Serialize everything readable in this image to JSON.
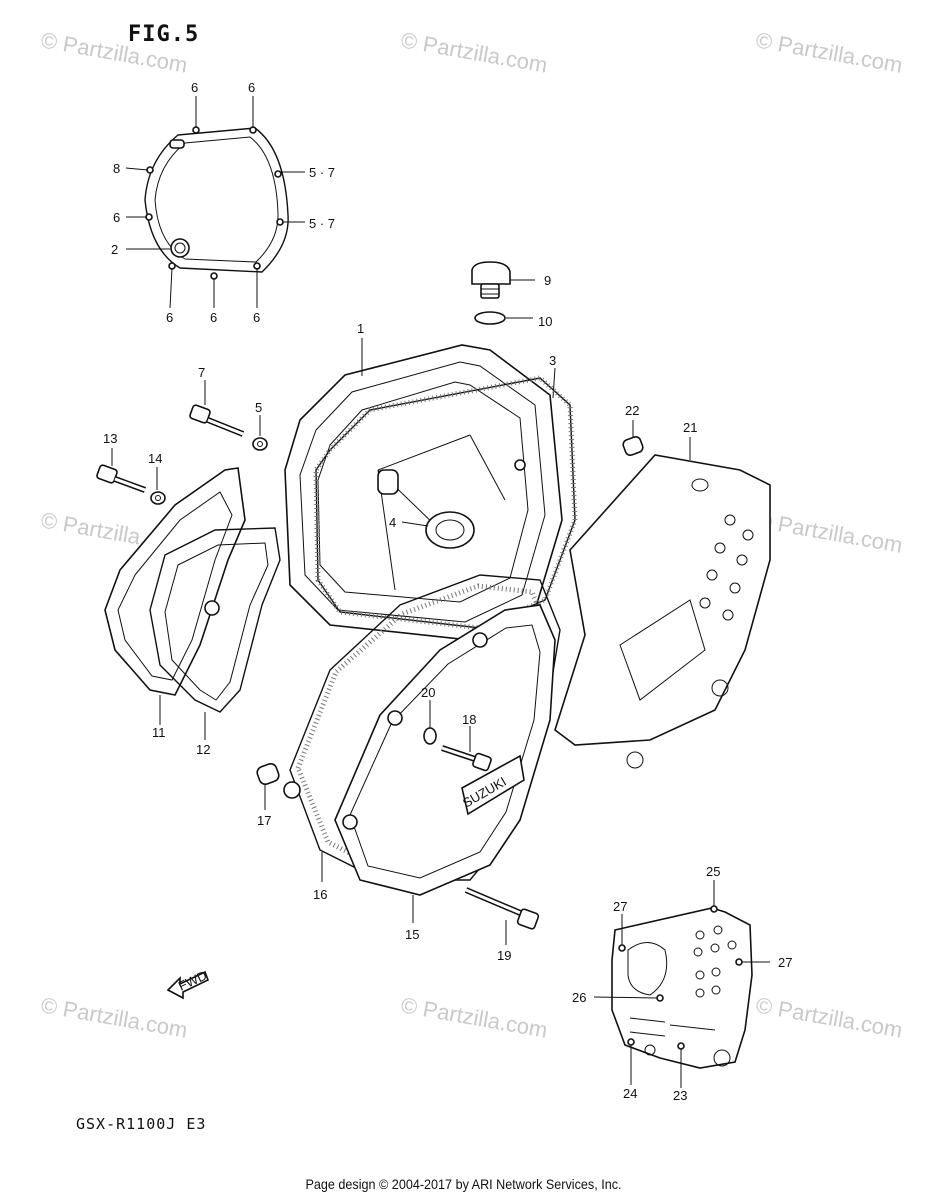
{
  "figure": {
    "title": "FIG.5",
    "model": "GSX-R1100J  E3"
  },
  "footer": {
    "text": "Page design © 2004-2017 by ARI Network Services, Inc."
  },
  "watermark": {
    "text": "© Partzilla.com"
  },
  "cover_badge": {
    "text": "SUZUKI"
  },
  "fwd_arrow": {
    "text": "FWD"
  },
  "callouts": [
    {
      "id": "c1",
      "text": "1"
    },
    {
      "id": "c2",
      "text": "2"
    },
    {
      "id": "c3",
      "text": "3"
    },
    {
      "id": "c4",
      "text": "4"
    },
    {
      "id": "c5a",
      "text": "5 · 7"
    },
    {
      "id": "c5b",
      "text": "5 · 7"
    },
    {
      "id": "c5c",
      "text": "5"
    },
    {
      "id": "c6a",
      "text": "6"
    },
    {
      "id": "c6b",
      "text": "6"
    },
    {
      "id": "c6c",
      "text": "6"
    },
    {
      "id": "c6d",
      "text": "6"
    },
    {
      "id": "c6e",
      "text": "6"
    },
    {
      "id": "c6f",
      "text": "6"
    },
    {
      "id": "c7",
      "text": "7"
    },
    {
      "id": "c8",
      "text": "8"
    },
    {
      "id": "c9",
      "text": "9"
    },
    {
      "id": "c10",
      "text": "10"
    },
    {
      "id": "c11",
      "text": "11"
    },
    {
      "id": "c12",
      "text": "12"
    },
    {
      "id": "c13",
      "text": "13"
    },
    {
      "id": "c14",
      "text": "14"
    },
    {
      "id": "c15",
      "text": "15"
    },
    {
      "id": "c16",
      "text": "16"
    },
    {
      "id": "c17",
      "text": "17"
    },
    {
      "id": "c18",
      "text": "18"
    },
    {
      "id": "c19",
      "text": "19"
    },
    {
      "id": "c20",
      "text": "20"
    },
    {
      "id": "c21",
      "text": "21"
    },
    {
      "id": "c22",
      "text": "22"
    },
    {
      "id": "c23",
      "text": "23"
    },
    {
      "id": "c24",
      "text": "24"
    },
    {
      "id": "c25",
      "text": "25"
    },
    {
      "id": "c26",
      "text": "26"
    },
    {
      "id": "c27a",
      "text": "27"
    },
    {
      "id": "c27b",
      "text": "27"
    }
  ]
}
